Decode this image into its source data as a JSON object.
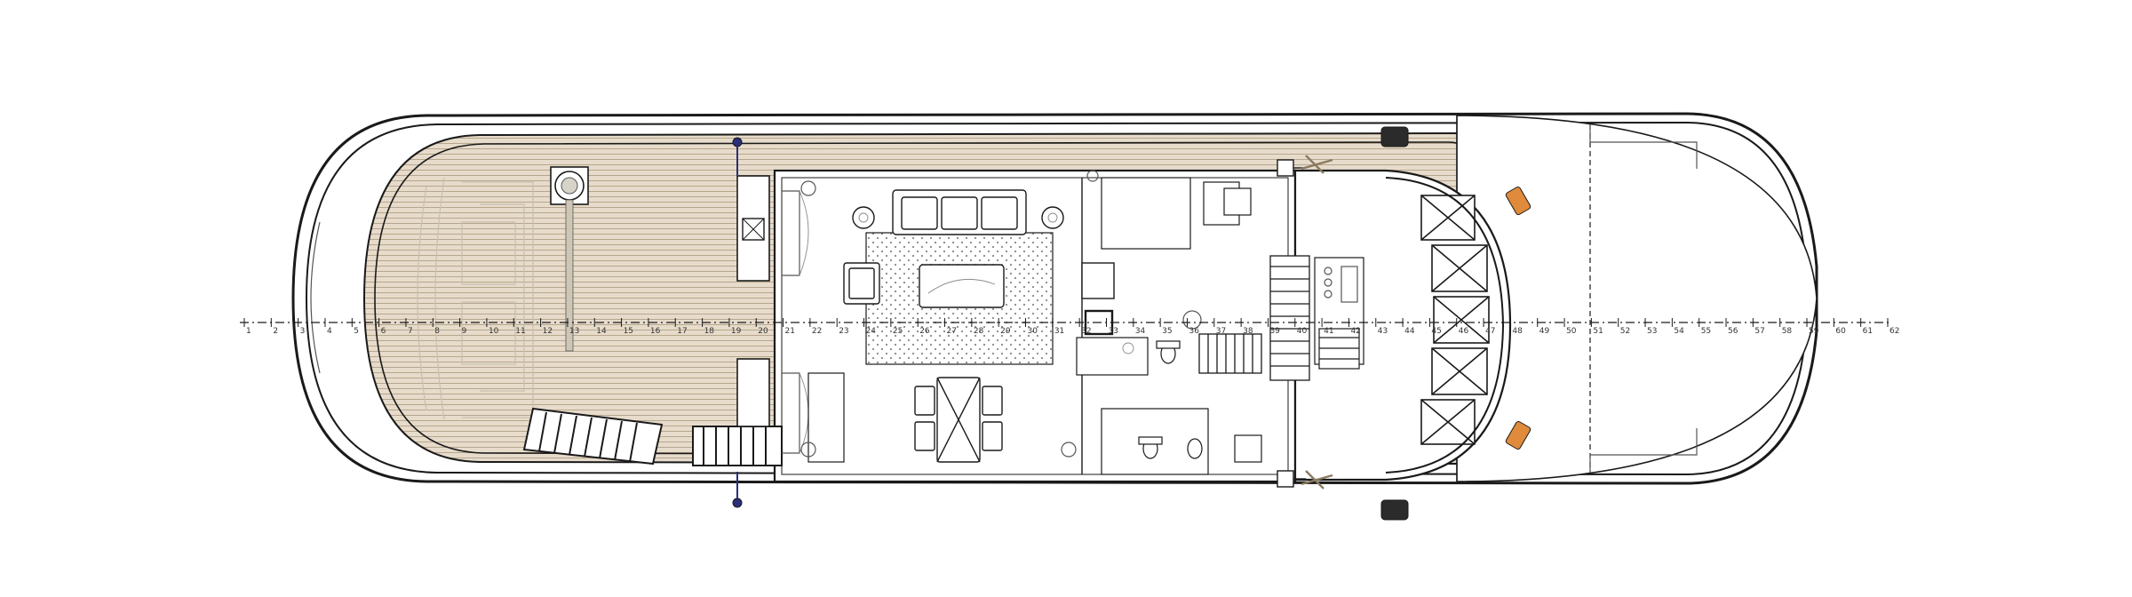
{
  "drawing": {
    "type": "yacht deck plan",
    "colors": {
      "line": "#1a1a1a",
      "teak_deck": "#e7dccb",
      "teak_seam": "#b7a68d",
      "accent_orange": "#e08a3c",
      "accent_navy": "#2a2f7a",
      "fender_dark": "#2b2b2b"
    },
    "centerline_ticks": [
      "1",
      "2",
      "3",
      "4",
      "5",
      "6",
      "7",
      "8",
      "9",
      "10",
      "11",
      "12",
      "13",
      "14",
      "15",
      "16",
      "17",
      "18",
      "19",
      "20",
      "21",
      "22",
      "23",
      "24",
      "25",
      "26",
      "27",
      "28",
      "29",
      "30",
      "31",
      "32",
      "33",
      "34",
      "35",
      "36",
      "37",
      "38",
      "39",
      "40",
      "41",
      "42",
      "43",
      "44",
      "45",
      "46",
      "47",
      "48",
      "49",
      "50",
      "51",
      "52",
      "53",
      "54",
      "55",
      "56",
      "57",
      "58",
      "59",
      "60",
      "61",
      "62"
    ],
    "icons": [
      "lifebuoy-icon",
      "staircase-icon",
      "anchor-winch-icon",
      "sofa-icon",
      "dining-table-icon",
      "bed-icon",
      "toilet-icon",
      "window-icon",
      "cleat-icon",
      "fender-icon"
    ]
  }
}
